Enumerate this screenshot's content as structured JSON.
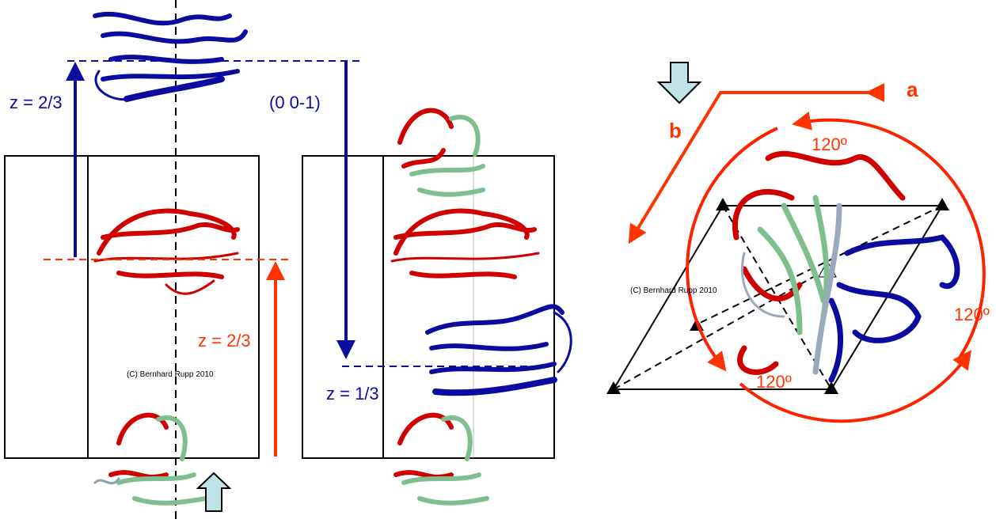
{
  "labels": {
    "z_blue_left": "z = 2/3",
    "operator": "(0 0-1)",
    "z_red_left": "z = 2/3",
    "z_blue_mid": "z = 1/3",
    "axis_a": "a",
    "axis_b": "b",
    "angle_top": "120º",
    "angle_right": "120º",
    "angle_bottom": "120º",
    "copyright_left": "(C) Bernhard Rupp 2010",
    "copyright_right": "(C) Bernhard Rupp 2010"
  },
  "colors": {
    "blue": "#0b0ba0",
    "red": "#ff3300",
    "protein_red": "#d00000",
    "protein_green": "#7fbf8f",
    "arrow_fill": "#bfe3e6"
  }
}
